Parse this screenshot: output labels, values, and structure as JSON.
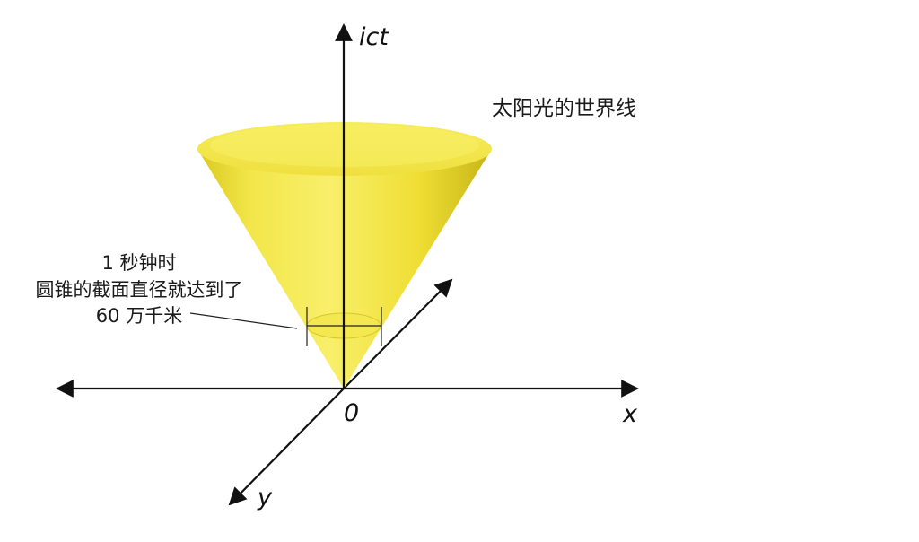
{
  "axes": {
    "vertical_label": "ict",
    "horizontal_label": "x",
    "depth_label": "y",
    "origin_label": "0"
  },
  "title": "太阳光的世界线",
  "annotation": {
    "line1": "1 秒钟时",
    "line2": "圆锥的截面直径就达到了",
    "line3": "60 万千米"
  },
  "colors": {
    "cone_light": "#f7ec5e",
    "cone_mid": "#efdf2e",
    "cone_dark": "#c8b81a",
    "cone_top": "#f5ea55",
    "axis": "#111111"
  }
}
